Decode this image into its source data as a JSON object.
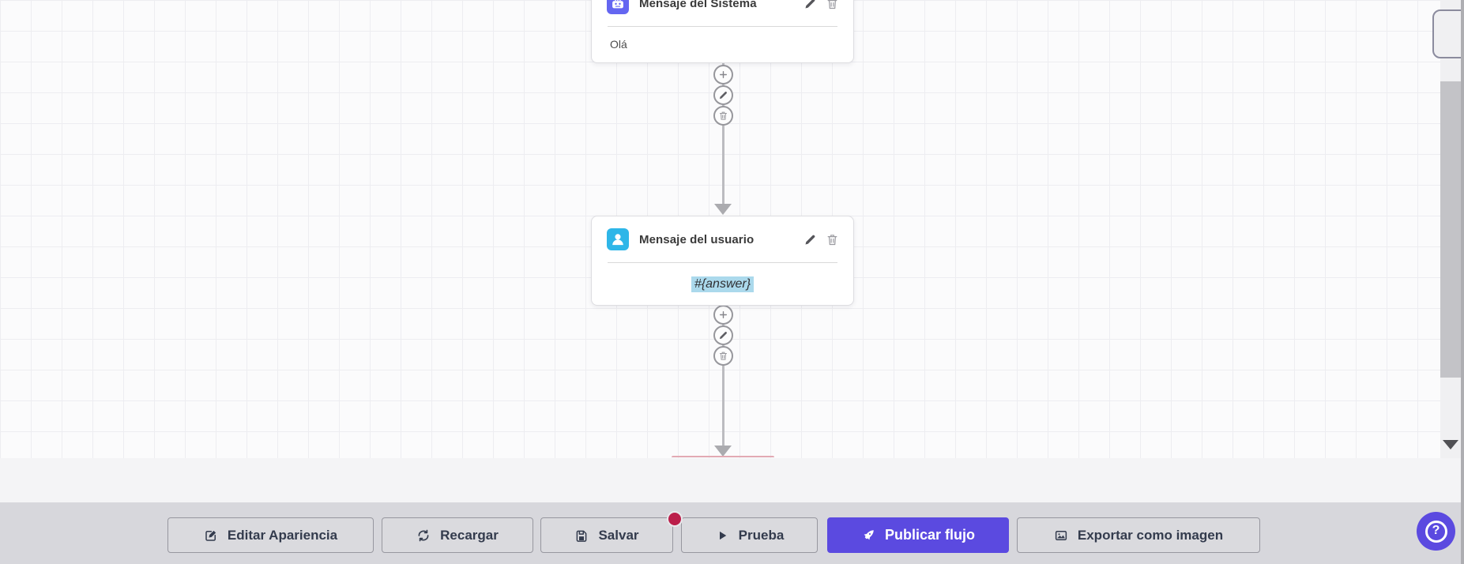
{
  "canvas": {
    "nodes": [
      {
        "title": "Mensaje del Sistema",
        "content": "Olá",
        "icon": "robot-icon"
      },
      {
        "title": "Mensaje del usuario",
        "content": "#{answer}",
        "icon": "user-icon"
      }
    ],
    "connector_action_icons": [
      "plus-icon",
      "pencil-icon",
      "trash-icon"
    ]
  },
  "toolbar": {
    "buttons": [
      {
        "label": "Editar Apariencia",
        "icon": "edit-square-icon"
      },
      {
        "label": "Recargar",
        "icon": "reload-icon"
      },
      {
        "label": "Salvar",
        "icon": "save-icon",
        "has_badge": true
      },
      {
        "label": "Prueba",
        "icon": "play-icon"
      },
      {
        "label": "Publicar flujo",
        "icon": "rocket-icon",
        "primary": true
      },
      {
        "label": "Exportar como imagen",
        "icon": "image-icon"
      }
    ]
  },
  "help_button": {
    "label": "?"
  },
  "colors": {
    "primary": "#5b4ae0",
    "robot_icon_bg": "#6466f1",
    "user_icon_bg": "#2eb6e8",
    "badge": "#bb1e4a",
    "content_highlight": "#abd9ec",
    "toolbar_bg": "#d7d7dc"
  }
}
